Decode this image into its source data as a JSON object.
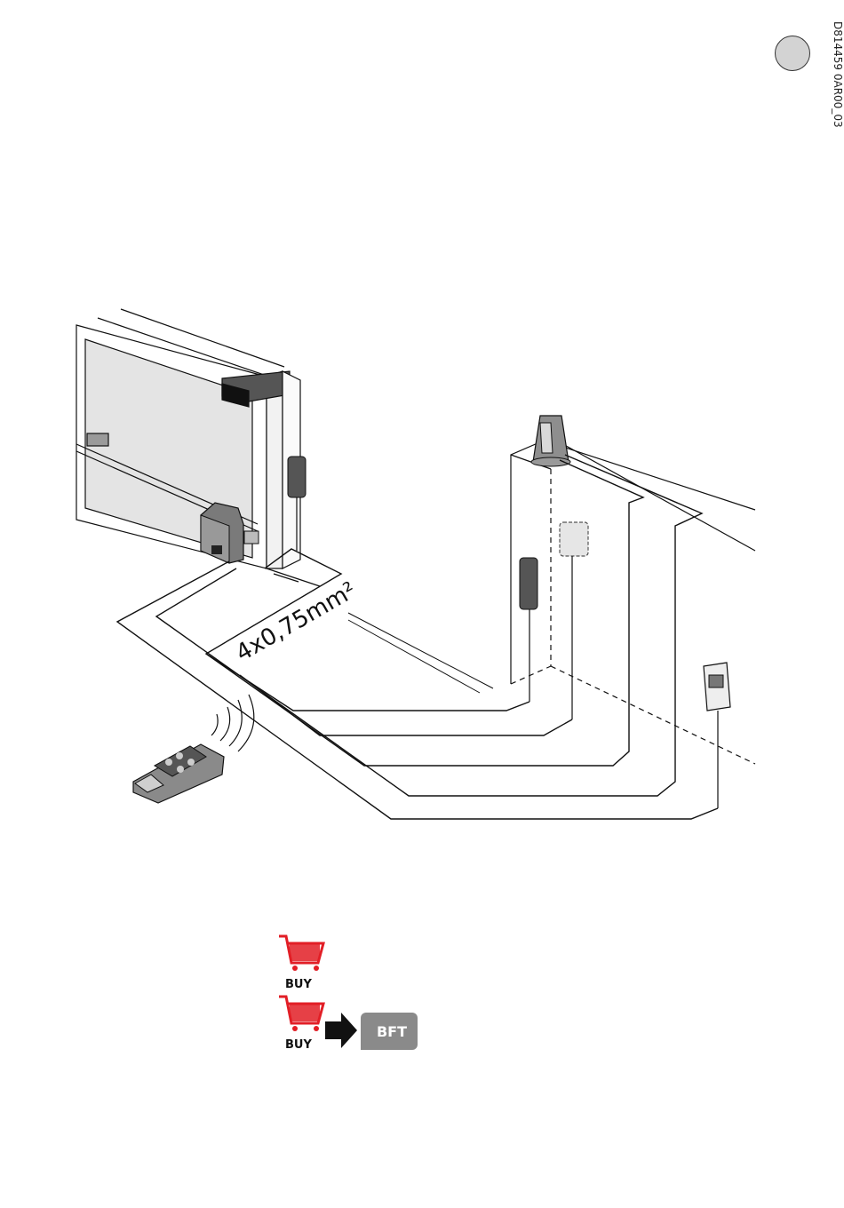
{
  "header": {
    "document_code": "D814459 0AR00_03"
  },
  "diagram": {
    "cable_spec": "4x0,75mm²"
  },
  "legend": {
    "buy_label_1": "BUY",
    "buy_label_2": "BUY",
    "brand_logo": "BFT"
  },
  "colors": {
    "cart_red": "#e21e26",
    "logo_gray": "#8a8a8a",
    "line": "#111111",
    "device_gray": "#6f6f6f"
  },
  "icons": [
    "shopping-cart-icon",
    "arrow-right-icon",
    "bft-logo",
    "remote-control-icon",
    "radio-waves-icon"
  ]
}
